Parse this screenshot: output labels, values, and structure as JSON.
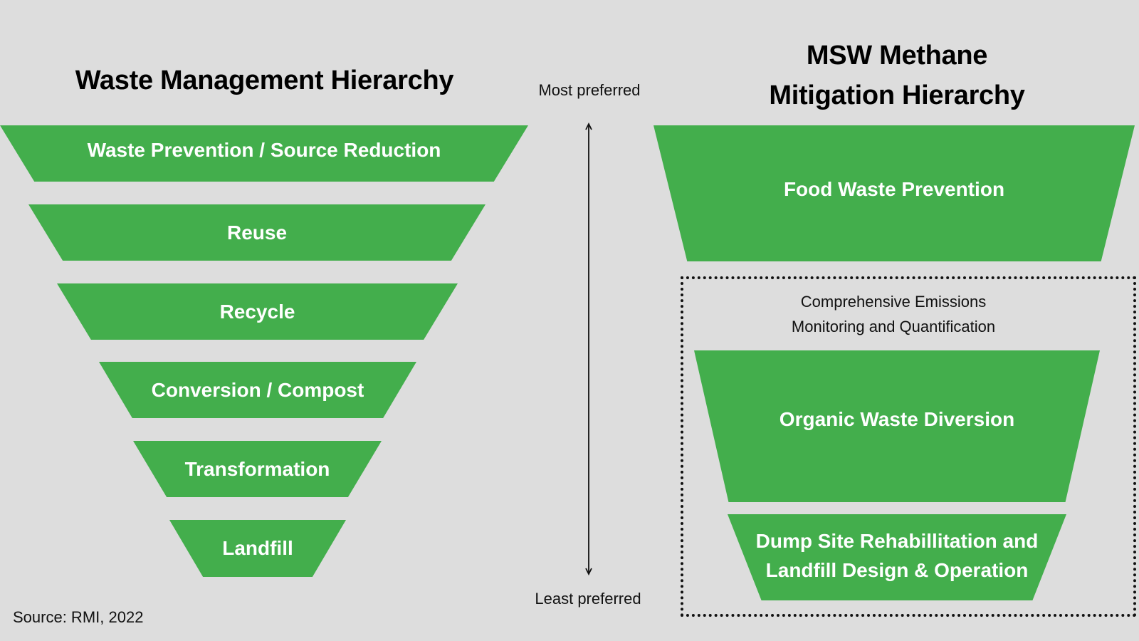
{
  "left_title": "Waste Management Hierarchy",
  "left_levels": [
    {
      "label": "Waste Prevention / Source Reduction"
    },
    {
      "label": "Reuse"
    },
    {
      "label": "Recycle"
    },
    {
      "label": "Conversion / Compost"
    },
    {
      "label": "Transformation"
    },
    {
      "label": "Landfill"
    }
  ],
  "axis": {
    "top_label": "Most preferred",
    "bottom_label": "Least preferred"
  },
  "right_title": {
    "line1": "MSW Methane",
    "line2": "Mitigation Hierarchy"
  },
  "right_levels": [
    {
      "lines": [
        "Food Waste Prevention"
      ]
    },
    {
      "lines": [
        "Organic Waste Diversion"
      ]
    },
    {
      "lines": [
        "Dump Site Rehabillitation and",
        "Landfill Design & Operation"
      ]
    }
  ],
  "monitoring": {
    "line1": "Comprehensive Emissions",
    "line2": "Monitoring and Quantification"
  },
  "source": "Source: RMI, 2022",
  "colors": {
    "green": "#43ae4c",
    "background": "#dddddd",
    "text": "#111111"
  }
}
